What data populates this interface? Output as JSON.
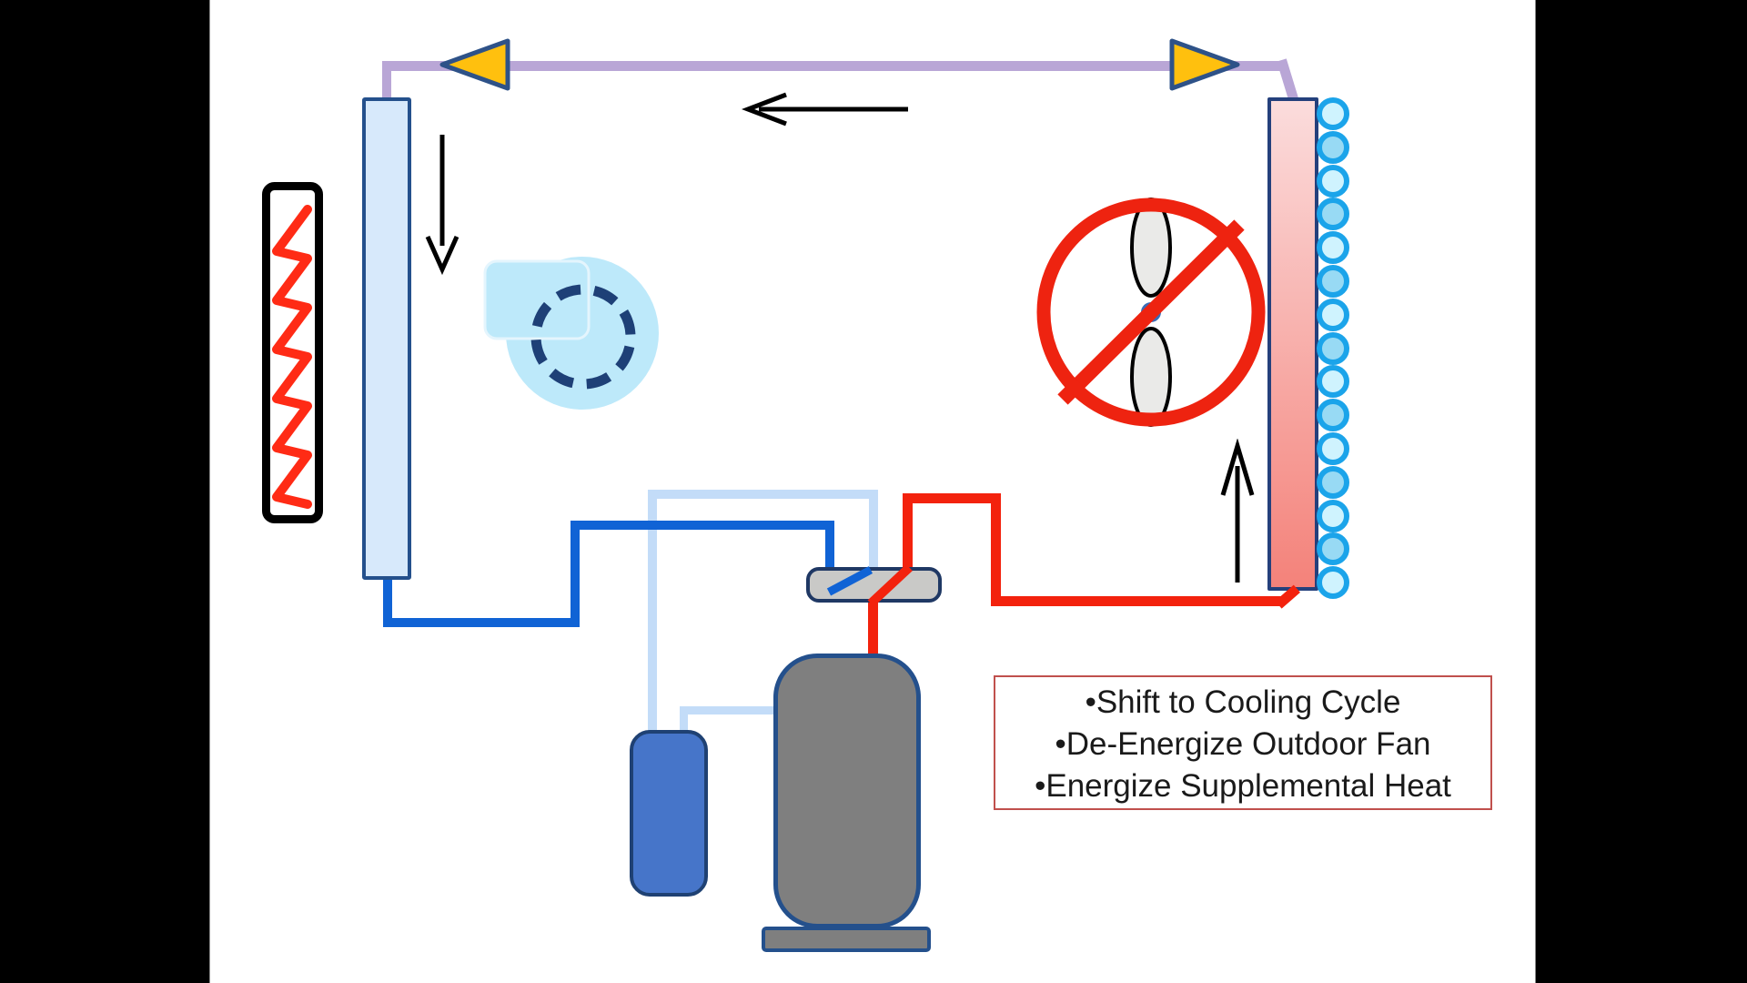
{
  "annotation_box": {
    "lines": [
      "•Shift to Cooling Cycle",
      "•De-Energize Outdoor Fan",
      "•Energize Supplemental Heat"
    ]
  },
  "components": {
    "vapor_line": {
      "name": "reversing-vapor-line"
    },
    "flow_arrows": {
      "left_direction": "left",
      "right_direction": "right"
    },
    "airflow_arrows": {
      "top": "left",
      "indoor_side": "down",
      "outdoor_side": "up"
    },
    "indoor_coil": {
      "name": "indoor-coil"
    },
    "supplemental_heater": {
      "name": "supplemental-electric-heater"
    },
    "indoor_blower": {
      "name": "indoor-blower"
    },
    "outdoor_fan": {
      "name": "outdoor-fan-de-energized",
      "state": "off"
    },
    "outdoor_coil": {
      "name": "outdoor-coil",
      "bubble_count": 15
    },
    "reversing_valve": {
      "name": "reversing-valve"
    },
    "compressor": {
      "name": "compressor"
    },
    "accumulator": {
      "name": "accumulator"
    }
  },
  "colors": {
    "purple_pipe": "#B9A6D6",
    "pale_pipe": "#C3DCF8",
    "blue_pipe": "#1063D5",
    "red_pipe": "#F3220D",
    "flow_arrow_fill": "#FFC00E",
    "flow_arrow_border": "#2E5288",
    "indoor_coil_fill": "#D7E9FB",
    "indoor_coil_border": "#24508C",
    "heater_red": "#FF2B15",
    "blower_fill": "#BDE9FA",
    "blower_ring": "#1E4077",
    "fan_red": "#EE2310",
    "blade_fill": "#EAEAE8",
    "hub_blue": "#3A6BB5",
    "outdoor_coil_top": "#FBDCDC",
    "outdoor_coil_bottom": "#F4827A",
    "outdoor_coil_border": "#24407C",
    "bubble_ring": "#1BA4EA",
    "bubble_light": "#CFF3FE",
    "bubble_medium": "#98DAF4",
    "valve_fill": "#C9C9C7",
    "valve_border": "#1F3864",
    "compressor_gray": "#7F7F7F",
    "compressor_border": "#24508C",
    "accumulator_fill": "#4675C9",
    "accumulator_border": "#1F4173",
    "annotation_border": "#C0504D"
  },
  "bubble_fills": [
    "#CFF3FE",
    "#98DAF4"
  ]
}
